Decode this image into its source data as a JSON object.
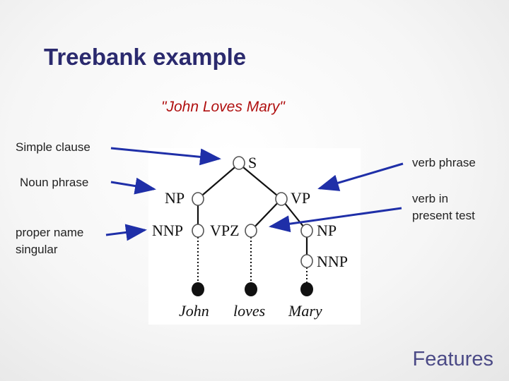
{
  "slide": {
    "title": "Treebank example",
    "subtitle": "\"John Loves Mary\"",
    "footer": "Features"
  },
  "annotations": {
    "simple_clause": "Simple clause",
    "noun_phrase": "Noun phrase",
    "proper_name_line1": "proper name",
    "proper_name_line2": "singular",
    "verb_phrase": "verb phrase",
    "verb_present_line1": "verb in",
    "verb_present_line2": "present test"
  },
  "tree": {
    "nodes": {
      "s": "S",
      "np": "NP",
      "vp": "VP",
      "nnp1": "NNP",
      "vpz": "VPZ",
      "np2": "NP",
      "nnp2": "NNP"
    },
    "leaves": {
      "john": "John",
      "loves": "loves",
      "mary": "Mary"
    }
  },
  "colors": {
    "title": "#2b2a6e",
    "subtitle": "#b01010",
    "arrow": "#1f2fa8",
    "footer": "#4b4a86"
  }
}
